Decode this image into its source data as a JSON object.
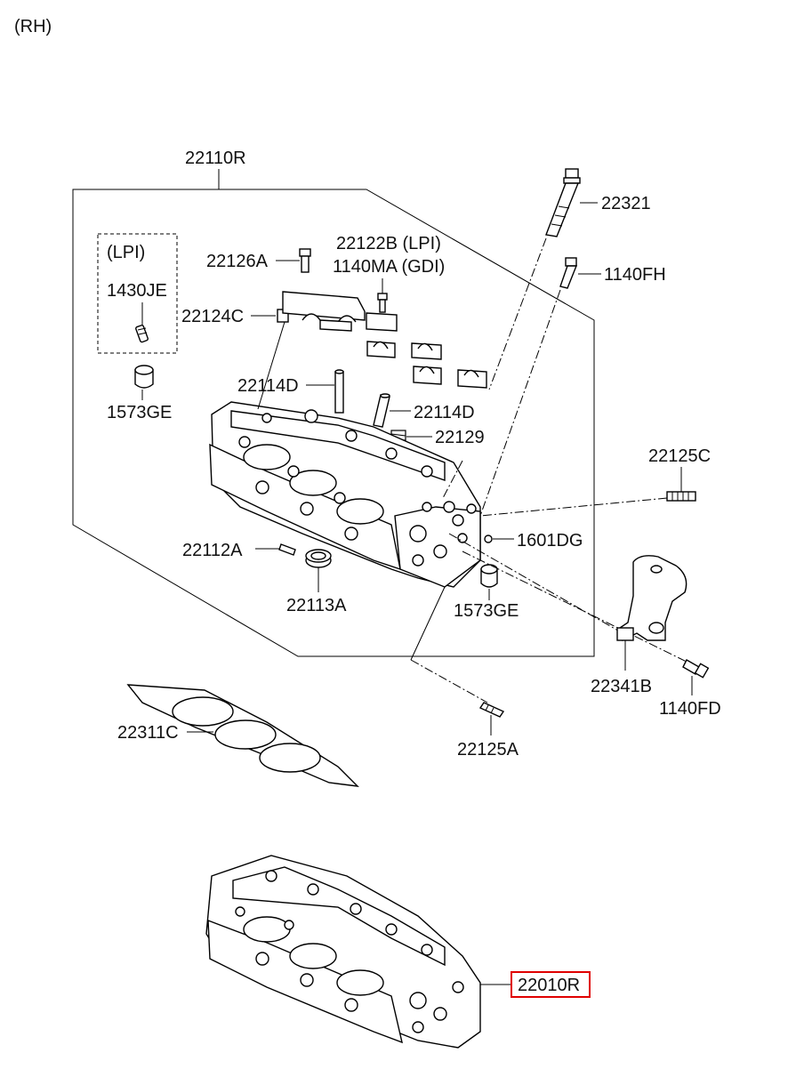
{
  "header": {
    "side_label": "(RH)"
  },
  "highlight_color": "#e00000",
  "labels": {
    "assembly": "22110R",
    "lpi_box_title": "(LPI)",
    "p22126A": "22126A",
    "p22122B": "22122B (LPI)",
    "p1140MA": "1140MA (GDI)",
    "p22321": "22321",
    "p1140FH": "1140FH",
    "p1430JE": "1430JE",
    "p22124C": "22124C",
    "p1573GE_a": "1573GE",
    "p22114D_a": "22114D",
    "p22114D_b": "22114D",
    "p22129": "22129",
    "p22125C": "22125C",
    "p22112A": "22112A",
    "p1601DG": "1601DG",
    "p22113A": "22113A",
    "p1573GE_b": "1573GE",
    "p22341B": "22341B",
    "p1140FD": "1140FD",
    "p22311C": "22311C",
    "p22125A": "22125A",
    "p22010R": "22010R"
  }
}
